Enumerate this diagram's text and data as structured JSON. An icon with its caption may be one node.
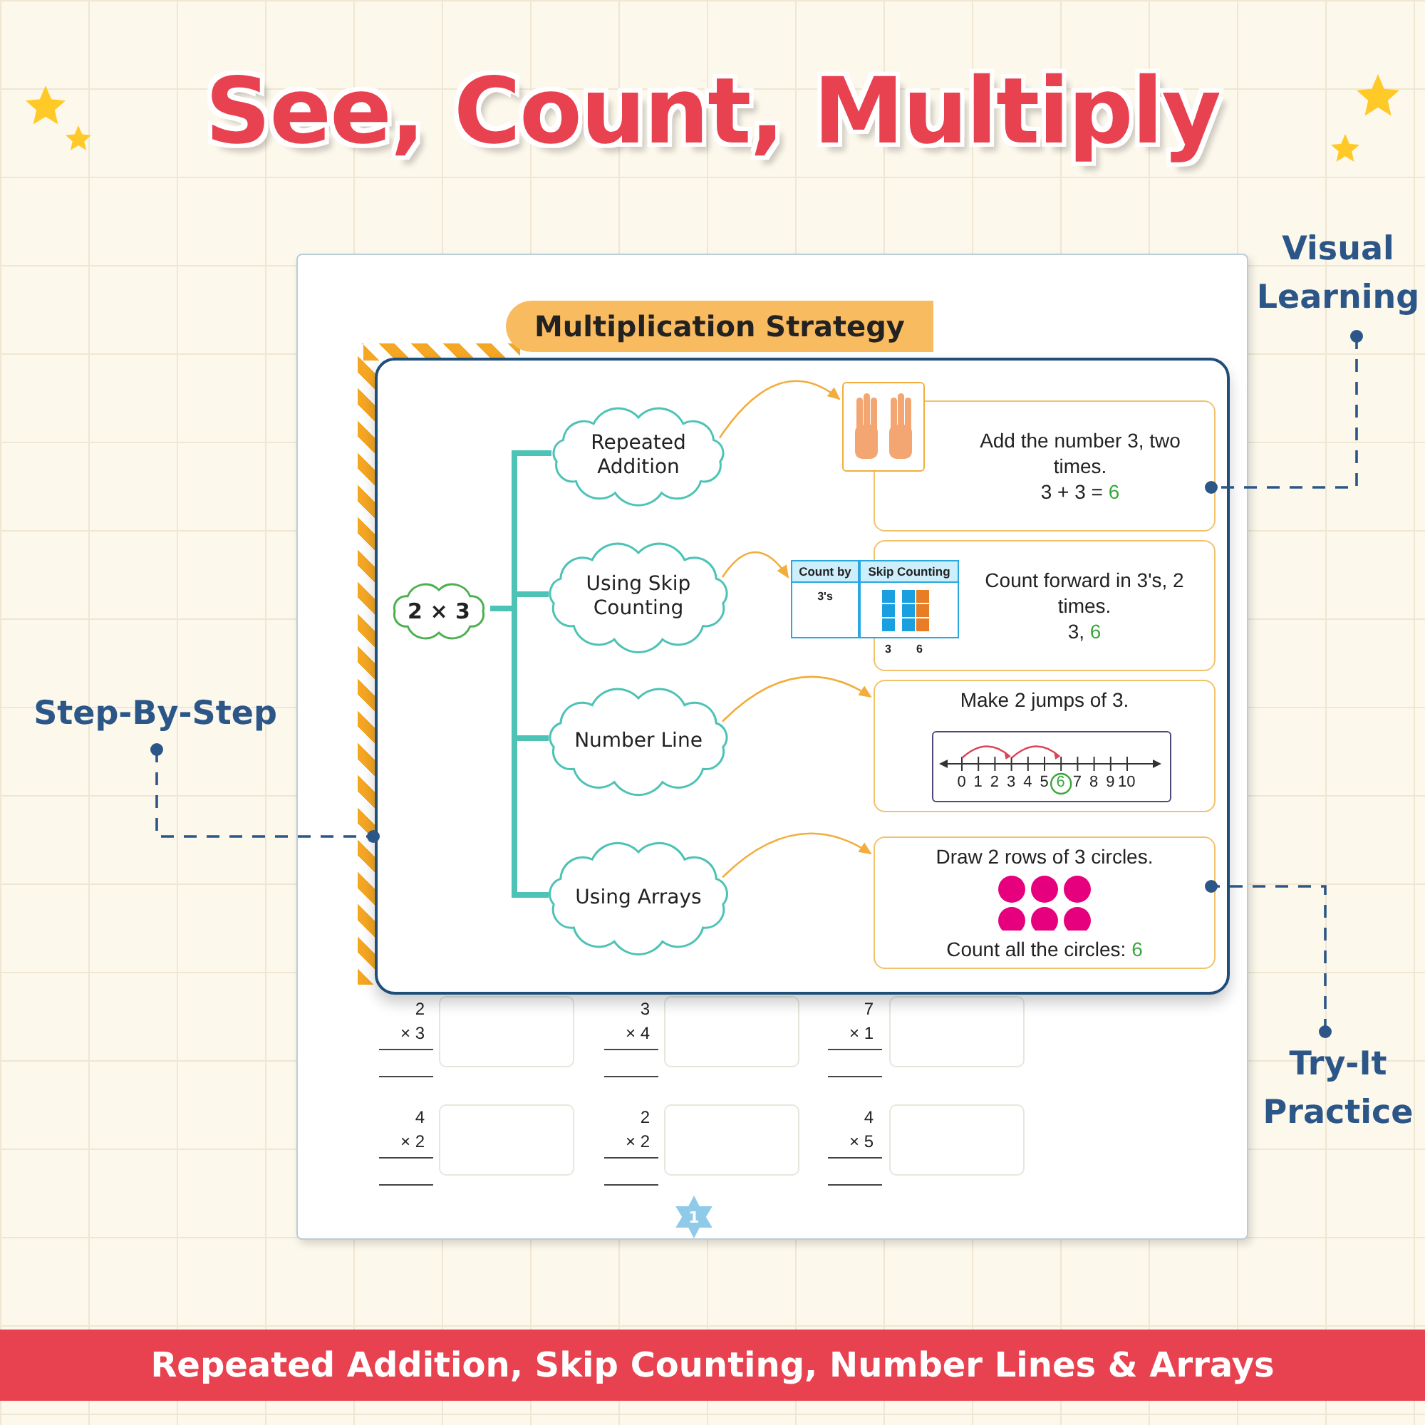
{
  "diagram": {
    "title": "See, Count, Multiply",
    "caption": "Repeated Addition, Skip Counting, Number Lines & Arrays",
    "nodes": [
      {
        "text": [
          "Multiplication Strategy"
        ]
      },
      {
        "text": [],
        "shape": "box",
        "in": 0
      },
      {
        "text": [
          "2 × 3"
        ],
        "in": 1
      },
      {
        "text": [
          "Repeated Addition"
        ],
        "in": 1
      },
      {
        "text": [
          "Using Skip Counting"
        ],
        "in": 1
      },
      {
        "text": [
          "Number Line"
        ],
        "in": 1
      },
      {
        "text": [
          "Using Arrays"
        ],
        "in": 1
      },
      {
        "text": [],
        "shape": "picture",
        "in": 1
      },
      {
        "text": [
          "Add the number 3, two times.",
          "3 + 3 = 6"
        ],
        "in": 1
      },
      {
        "text": [
          "Count by",
          "Skip Counting",
          "3's",
          "3",
          "6"
        ],
        "in": 1
      },
      {
        "text": [
          "Count forward in 3's, 2 times.",
          "3, 6"
        ],
        "in": 1
      },
      {
        "text": [
          "Make 2 jumps of 3."
        ],
        "in": 1
      },
      {
        "text": [
          "0",
          "1",
          "2",
          "3",
          "4",
          "5",
          "6",
          "7",
          "8",
          "9",
          "10"
        ],
        "in": 11
      },
      {
        "text": [
          "Draw 2 rows of 3 circles.",
          "Count all the circles: 6"
        ],
        "in": 1
      },
      {
        "text": [
          "Visual Learning"
        ]
      },
      {
        "text": [
          "Step-By-Step"
        ]
      },
      {
        "text": [
          "Try-It Practice"
        ]
      }
    ],
    "edges": [
      {
        "from": 2,
        "to": 3,
        "arrow": "none",
        "style": "thick",
        "color": "#4cc3b5"
      },
      {
        "from": 2,
        "to": 4,
        "arrow": "none",
        "style": "thick",
        "color": "#4cc3b5"
      },
      {
        "from": 2,
        "to": 5,
        "arrow": "none",
        "style": "thick",
        "color": "#4cc3b5"
      },
      {
        "from": 2,
        "to": 6,
        "arrow": "none",
        "style": "thick",
        "color": "#4cc3b5"
      },
      {
        "from": 3,
        "to": 7,
        "arrow": "to",
        "color": "#f2ad3c"
      },
      {
        "from": 4,
        "to": 9,
        "arrow": "to",
        "color": "#f2ad3c"
      },
      {
        "from": 5,
        "to": 11,
        "arrow": "to",
        "color": "#f2ad3c"
      },
      {
        "from": 6,
        "to": 13,
        "arrow": "to",
        "color": "#f2ad3c"
      },
      {
        "from": 14,
        "to": 8,
        "arrow": "other",
        "style": "dashed",
        "color": "#2b5687"
      },
      {
        "from": 15,
        "to": 1,
        "arrow": "other",
        "style": "dashed",
        "color": "#2b5687"
      },
      {
        "from": 16,
        "to": 13,
        "arrow": "other",
        "style": "dashed",
        "color": "#2b5687"
      }
    ],
    "labels": [
      "2",
      "× 3",
      "3",
      "× 4",
      "7",
      "× 1",
      "4",
      "× 2",
      "2",
      "× 2",
      "4",
      "× 5",
      "1"
    ]
  }
}
